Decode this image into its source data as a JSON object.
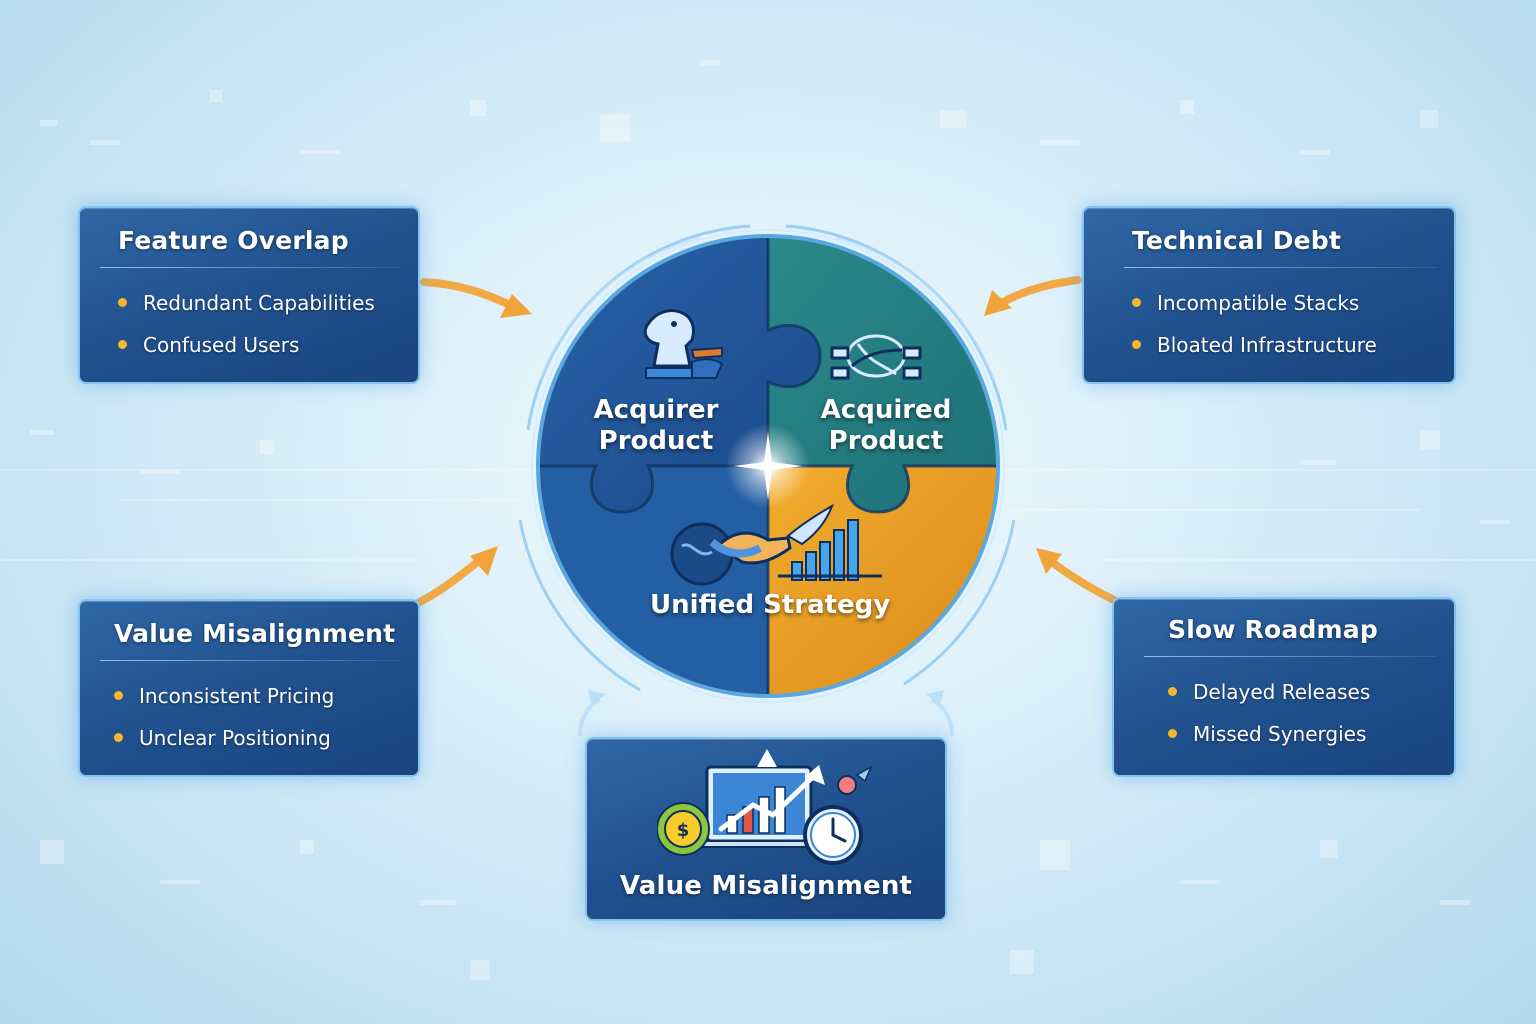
{
  "cards": {
    "feature_overlap": {
      "title": "Feature Overlap",
      "items": [
        "Redundant Capabilities",
        "Confused Users"
      ]
    },
    "technical_debt": {
      "title": "Technical Debt",
      "items": [
        "Incompatible Stacks",
        "Bloated Infrastructure"
      ]
    },
    "value_misalignment": {
      "title": "Value Misalignment",
      "items": [
        "Inconsistent Pricing",
        "Unclear Positioning"
      ]
    },
    "slow_roadmap": {
      "title": "Slow Roadmap",
      "items": [
        "Delayed Releases",
        "Missed Synergies"
      ]
    },
    "bottom": {
      "title": "Value Misalignment",
      "badge_symbol": "$"
    }
  },
  "puzzle": {
    "acquirer": {
      "line1": "Acquirer",
      "line2": "Product",
      "color": "#1f5aa0",
      "icon": "chess-knight-icon"
    },
    "acquired": {
      "line1": "Acquired",
      "line2": "Product",
      "color": "#23807e",
      "icon": "connected-nodes-icon"
    },
    "unified": {
      "label": "Unified Strategy",
      "color_left": "#245fa3",
      "color_right": "#e69a1f",
      "icon": "handshake-growth-icon"
    }
  },
  "colors": {
    "card_bg": "#1f4f8c",
    "bullet": "#f6b72a",
    "arrow": "#f0a43a",
    "accent_glow": "#86c3ec"
  }
}
